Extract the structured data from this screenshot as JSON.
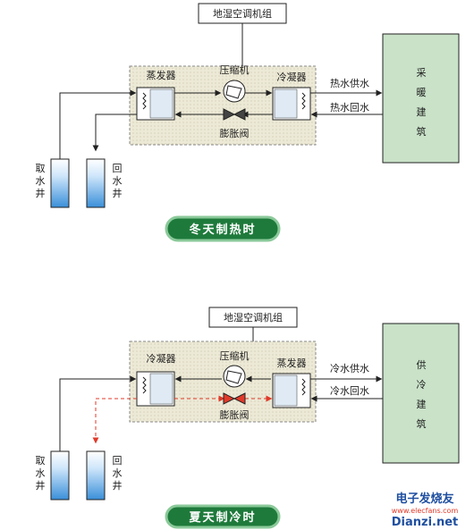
{
  "top": {
    "unit_label": "地湿空调机组",
    "left_exchanger": "蒸发器",
    "right_exchanger": "冷凝器",
    "compressor": "压缩机",
    "valve": "膨胀阀",
    "supply_label": "热水供水",
    "return_label": "热水回水",
    "building": [
      "采",
      "暖",
      "建",
      "筑"
    ],
    "well_take": [
      "取",
      "水",
      "井"
    ],
    "well_return": [
      "回",
      "水",
      "井"
    ],
    "mode": "冬天制热时"
  },
  "bottom": {
    "unit_label": "地湿空调机组",
    "left_exchanger": "冷凝器",
    "right_exchanger": "蒸发器",
    "compressor": "压缩机",
    "valve": "膨胀阀",
    "supply_label": "冷水供水",
    "return_label": "冷水回水",
    "building": [
      "供",
      "冷",
      "建",
      "筑"
    ],
    "well_take": [
      "取",
      "水",
      "井"
    ],
    "well_return": [
      "回",
      "水",
      "井"
    ],
    "mode": "夏天制冷时"
  },
  "watermark": {
    "line1": "电子发烧友",
    "line2": "www.elecfans.com",
    "line3": "Dianzi.net"
  },
  "colors": {
    "unit_fill": "#ece9d6",
    "building_fill": "#c9e2c8",
    "pill_fill": "#1e7a3b",
    "pill_border": "#8bc99a",
    "water_blue": "#3a8fd9",
    "flow_red": "#e03a2a"
  }
}
